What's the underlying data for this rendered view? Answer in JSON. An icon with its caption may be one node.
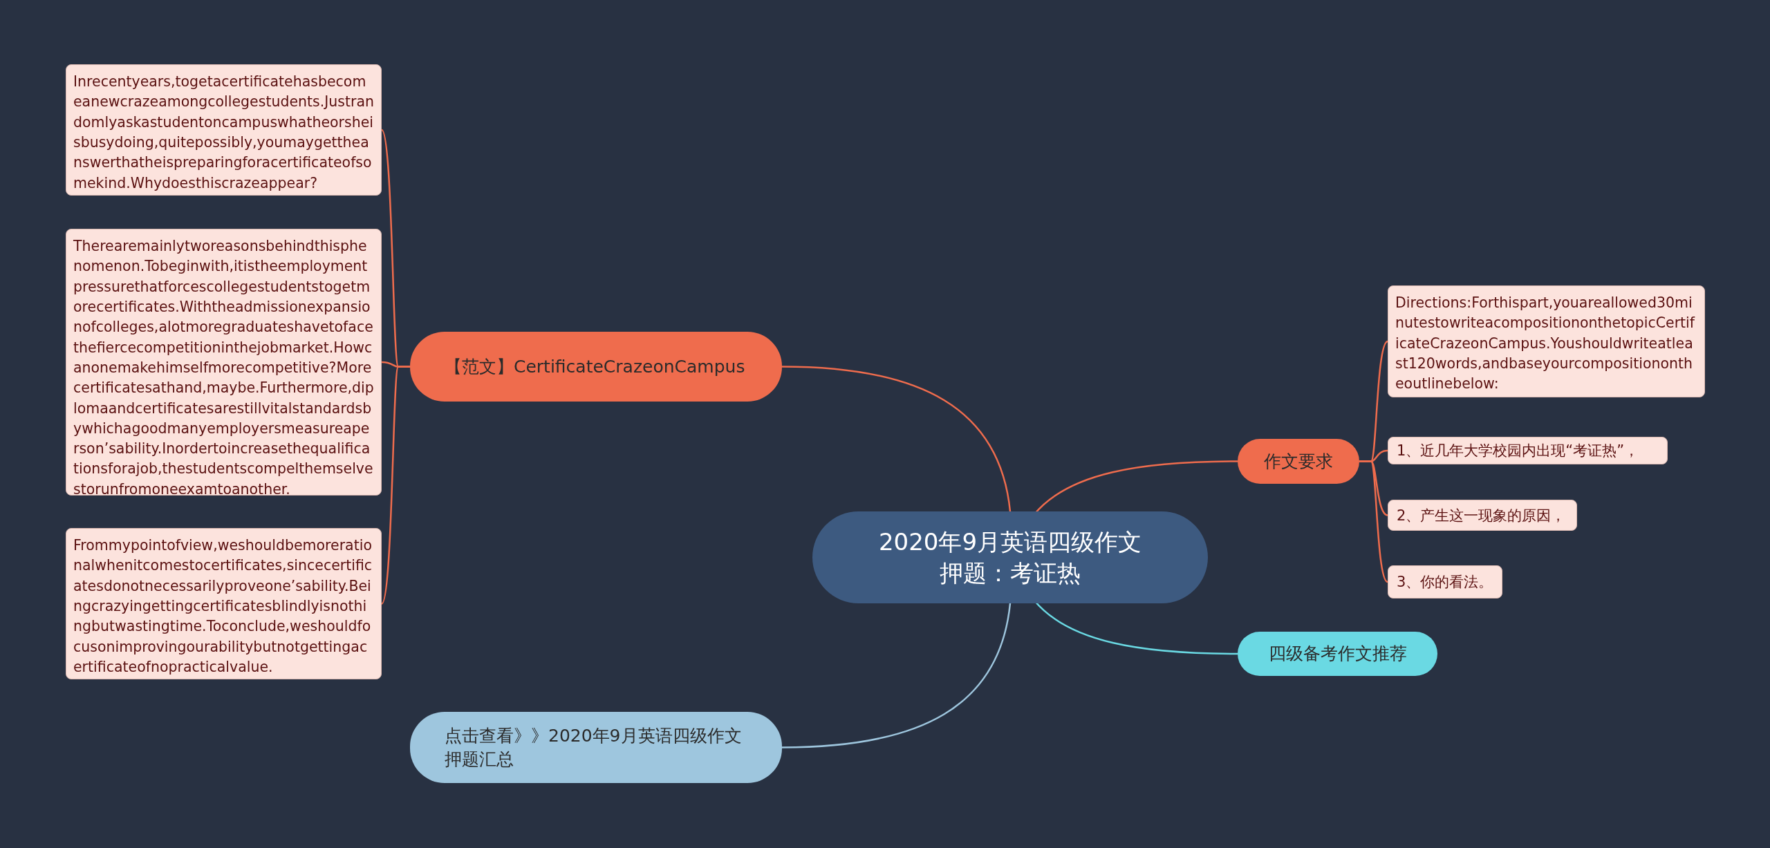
{
  "diagram": {
    "nodes": [
      {
        "text": [
          "2020年9月英语四级作文押题：考证热"
        ]
      },
      {
        "text": [
          "【范文】CertificateCrazeonCampus"
        ]
      },
      {
        "text": [
          "Inrecentyears,togetacertificatehasbecomeanewcrazeamongcollegestudents.Justrandomlyaskastudentoncampuswhatheorsheisbusydoing,quitepossibly,youmaygettheanswerthatheispreparingforacertificateofsomekind.Whydoesthiscrazeappear?"
        ]
      },
      {
        "text": [
          "Therearemainlytworeasonsbehindthisphenomenon.Tobeginwith,itistheemploymentpressurethatforcescollegestudentstogetmorecertificates.Withtheadmissionexpansionofcolleges,alotmoregraduateshavetofacethefiercecompetitioninthejobmarket.Howcanonemakehimselfmorecompetitive?Morecertificatesathand,maybe.Furthermore,diplomaandcertificatesarestillvitalstandardsbywhichagoodmanyemployersmeasureaperson’sability.Inordertoincreasethequalificationsforajob,thestudentscompelthemselvestorunfromoneexamtoanother."
        ]
      },
      {
        "text": [
          "Frommypointofview,weshouldbemorerationalwhenitcomestocertificates,sincecertificatesdonotnecessarilyproveone’sability.Beingcrazyingettingcertificatesblindlyisnothingbutwastingtime.Toconclude,weshouldfocusonimprovingourabilitybutnotgettingacertificateofnopracticalvalue."
        ]
      },
      {
        "text": [
          "点击查看》》2020年9月英语四级作文押题汇总"
        ]
      },
      {
        "text": [
          "作文要求"
        ]
      },
      {
        "text": [
          "Directions:Forthispart,youareallowed30minutestowriteacompositiononthetopicCertificateCrazeonCampus.Youshouldwriteatleast120words,andbaseyourcompositionontheoutlinebelow:"
        ]
      },
      {
        "text": [
          "1、近几年大学校园内出现“考证热”，"
        ]
      },
      {
        "text": [
          "2、产生这一现象的原因，"
        ]
      },
      {
        "text": [
          "3、你的看法。"
        ]
      },
      {
        "text": [
          "四级备考作文推荐"
        ]
      }
    ],
    "edges": [
      {
        "from": 0,
        "to": 1,
        "arrow": "none"
      },
      {
        "from": 1,
        "to": 2,
        "arrow": "none"
      },
      {
        "from": 1,
        "to": 3,
        "arrow": "none"
      },
      {
        "from": 1,
        "to": 4,
        "arrow": "none"
      },
      {
        "from": 0,
        "to": 5,
        "arrow": "none",
        "color": "#9ec6de"
      },
      {
        "from": 0,
        "to": 6,
        "arrow": "none"
      },
      {
        "from": 6,
        "to": 7,
        "arrow": "none"
      },
      {
        "from": 6,
        "to": 8,
        "arrow": "none"
      },
      {
        "from": 6,
        "to": 9,
        "arrow": "none"
      },
      {
        "from": 6,
        "to": 10,
        "arrow": "none"
      },
      {
        "from": 0,
        "to": 11,
        "arrow": "none",
        "color": "#6ad9e3"
      }
    ]
  }
}
